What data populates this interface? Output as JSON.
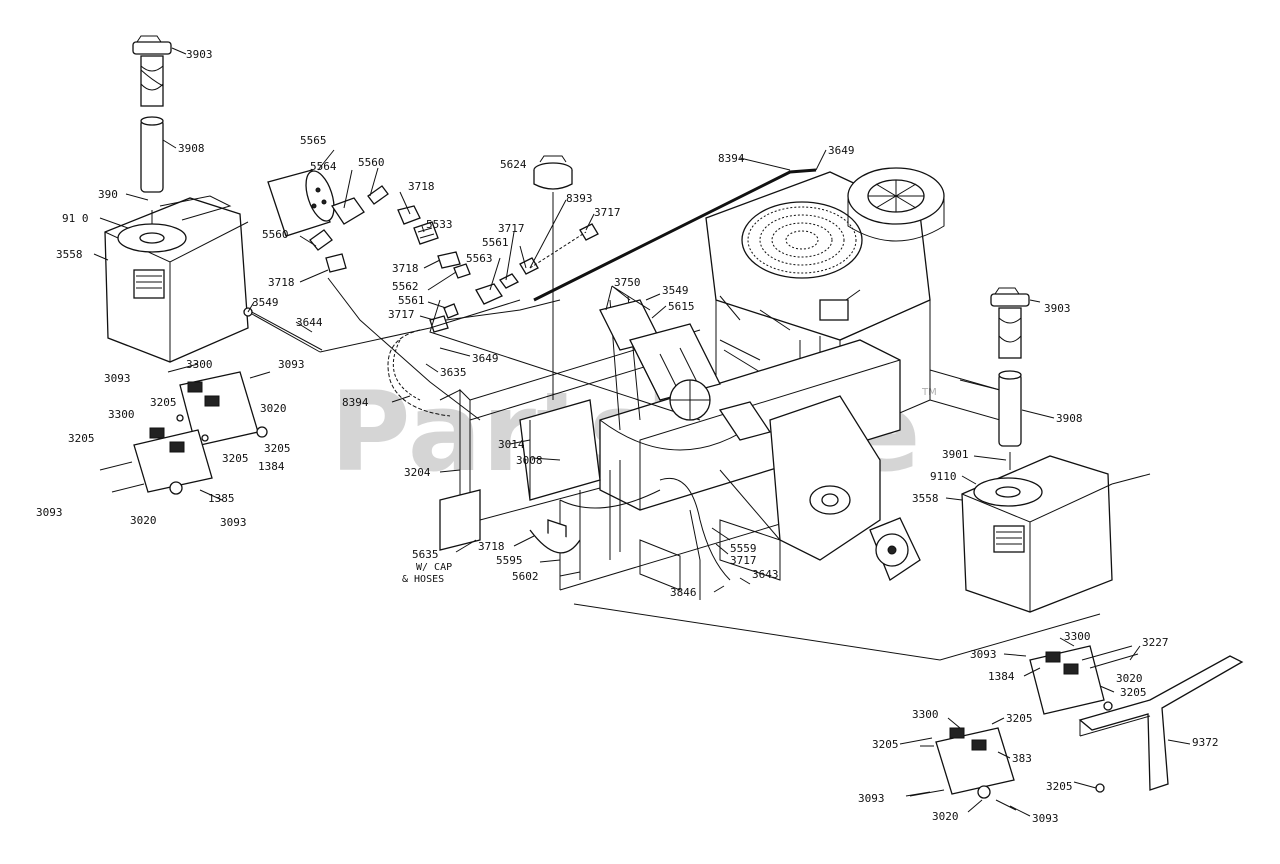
{
  "watermark": {
    "text": "PartsTree",
    "trademark": "TM"
  },
  "notes": {
    "cap_hoses": [
      "W/ CAP",
      "& HOSES"
    ]
  },
  "callouts": {
    "c01": "3903",
    "c02": "3908",
    "c03": "390",
    "c04": "91 0",
    "c05": "3558",
    "c06": "3549",
    "c07": "3644",
    "c08": "3093",
    "c09": "3300",
    "c10": "3093",
    "c11": "3205",
    "c12": "3300",
    "c13": "3020",
    "c14": "3205",
    "c15": "3205",
    "c16": "3205",
    "c17": "1384",
    "c18": "1385",
    "c19": "3093",
    "c20": "3020",
    "c21": "3093",
    "c22": "5565",
    "c23": "5564",
    "c24": "5560",
    "c25": "3718",
    "c26": "5560",
    "c27": "5533",
    "c28": "3718",
    "c29": "3718",
    "c30": "5563",
    "c31": "5562",
    "c32": "5561",
    "c33": "3717",
    "c34": "5561",
    "c35": "3717",
    "c36": "8393",
    "c37": "3717",
    "c38": "5624",
    "c39": "8394",
    "c40": "3649",
    "c41": "3750",
    "c42": "3549",
    "c43": "5615",
    "c44": "3649",
    "c45": "3635",
    "c46": "8394",
    "c47": "3014",
    "c48": "3008",
    "c49": "3204",
    "c50": "5635",
    "c51": "3718",
    "c52": "5595",
    "c53": "5602",
    "c54": "3717",
    "c55": "5559",
    "c56": "3846",
    "c57": "3643",
    "c58": "3903",
    "c59": "3908",
    "c60": "3901",
    "c61": "9110",
    "c62": "3558",
    "c63": "3300",
    "c64": "3227",
    "c65": "3093",
    "c66": "1384",
    "c67": "3020",
    "c68": "3205",
    "c69": "3300",
    "c70": "3205",
    "c71": "3205",
    "c72": "383",
    "c73": "9372",
    "c74": "3093",
    "c75": "3020",
    "c76": "3093",
    "c77": "3205"
  }
}
